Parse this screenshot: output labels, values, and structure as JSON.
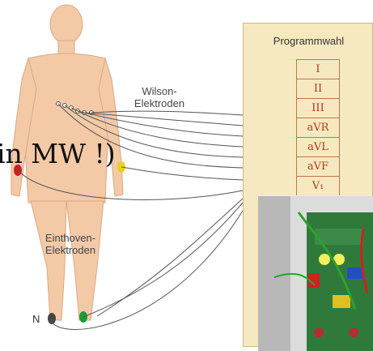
{
  "labels": {
    "wilson": "Wilson-\nElektroden",
    "einthoven": "Einthoven-\nElektroden",
    "n": "N"
  },
  "overlay_text": "in MW !)",
  "panel": {
    "title": "Programmwahl",
    "items": [
      "I",
      "II",
      "III",
      "aVR",
      "aVL",
      "aVF",
      "V₁"
    ]
  },
  "colors": {
    "skin": "#f3c9a6",
    "electrode_red": "#cc2020",
    "electrode_yellow": "#e8d020",
    "electrode_green": "#1f9a3a",
    "electrode_black": "#444444",
    "panel_bg": "#f7e9bf",
    "panel_text": "#a83a1a"
  }
}
